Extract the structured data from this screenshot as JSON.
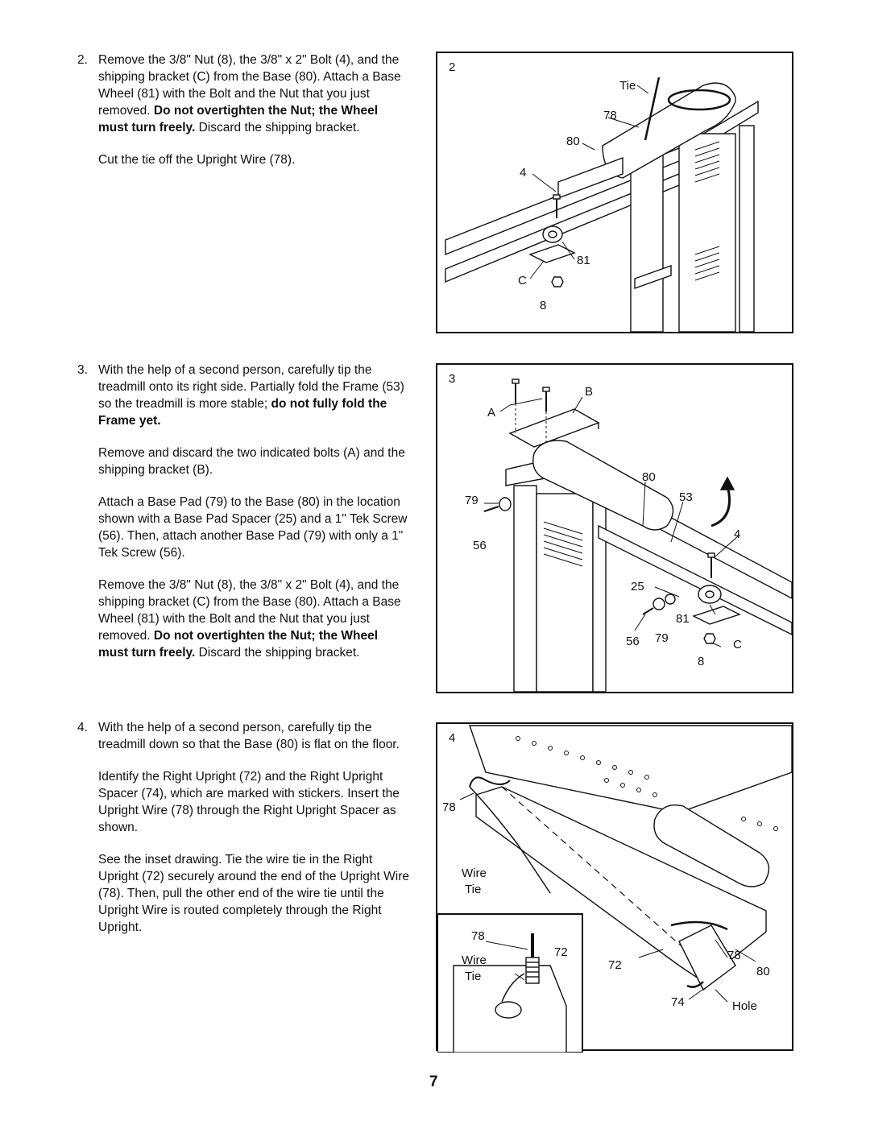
{
  "steps": [
    {
      "number": "2.",
      "paragraphs": [
        {
          "pre": "Remove the 3/8\" Nut (8), the 3/8\" x 2\" Bolt (4), and the shipping bracket (C) from the Base (80). Attach a Base Wheel (81) with the Bolt and the Nut that you just removed. ",
          "bold": "Do not overtighten the Nut; the Wheel must turn freely.",
          "post": " Discard the shipping bracket."
        },
        {
          "pre": "Cut the tie off the Upright Wire (78).",
          "bold": "",
          "post": ""
        }
      ]
    },
    {
      "number": "3.",
      "paragraphs": [
        {
          "pre": "With the help of a second person, carefully tip the treadmill onto its right side. Partially fold the Frame (53) so the treadmill is more stable; ",
          "bold": "do not fully fold the Frame yet.",
          "post": ""
        },
        {
          "pre": "Remove and discard the two indicated bolts (A) and the shipping bracket (B).",
          "bold": "",
          "post": ""
        },
        {
          "pre": "Attach a Base Pad (79) to the Base (80) in the location shown with a Base Pad Spacer (25) and a 1\" Tek Screw (56). Then, attach another Base Pad (79) with only a 1\" Tek Screw (56).",
          "bold": "",
          "post": ""
        },
        {
          "pre": "Remove the 3/8\" Nut (8), the 3/8\" x 2\" Bolt (4), and the shipping bracket (C) from the Base (80). Attach a Base Wheel (81) with the Bolt and the Nut that you just removed. ",
          "bold": "Do not overtighten the Nut; the Wheel must turn freely.",
          "post": " Discard the shipping bracket."
        }
      ]
    },
    {
      "number": "4.",
      "paragraphs": [
        {
          "pre": "With the help of a second person, carefully tip the treadmill down so that the Base (80) is flat on the floor.",
          "bold": "",
          "post": ""
        },
        {
          "pre": "Identify the Right Upright (72) and the Right Upright Spacer (74), which are marked with stickers. Insert the Upright Wire (78) through the Right Upright Spacer as shown.",
          "bold": "",
          "post": ""
        },
        {
          "pre": "See the inset drawing. Tie the wire tie in the Right Upright (72) securely around the end of the Upright Wire (78). Then, pull the other end of the wire tie until the Upright Wire is routed completely through the Right Upright.",
          "bold": "",
          "post": ""
        }
      ]
    }
  ],
  "figures": {
    "fig2": {
      "number": "2",
      "labels": {
        "tie": "Tie",
        "l78": "78",
        "l80": "80",
        "l4": "4",
        "l81": "81",
        "lC": "C",
        "l8": "8"
      }
    },
    "fig3": {
      "number": "3",
      "labels": {
        "lB": "B",
        "lA": "A",
        "l80": "80",
        "l79a": "79",
        "l53": "53",
        "l4": "4",
        "l56a": "56",
        "l25": "25",
        "l81": "81",
        "l56b": "56",
        "l79b": "79",
        "lC": "C",
        "l8": "8"
      }
    },
    "fig4": {
      "number": "4",
      "labels": {
        "l78a": "78",
        "wire": "Wire",
        "tie": "Tie",
        "l78b": "78",
        "wire2": "Wire",
        "tie2": "Tie",
        "l72a": "72",
        "l72b": "72",
        "l78c": "78",
        "l80": "80",
        "l74": "74",
        "hole": "Hole"
      }
    }
  },
  "page_number": "7"
}
